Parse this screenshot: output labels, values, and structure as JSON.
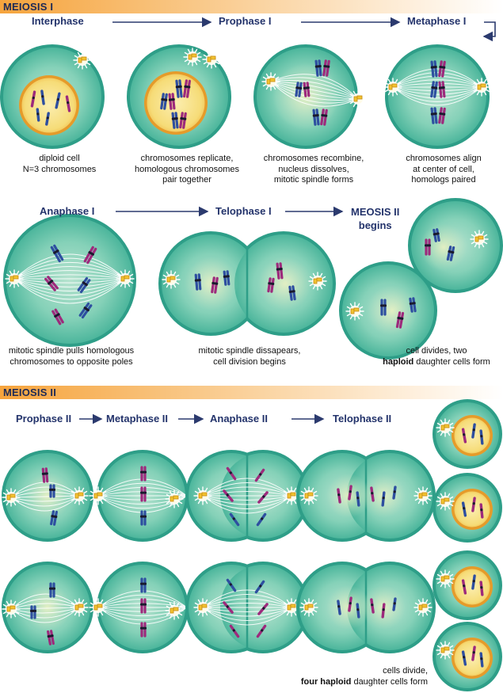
{
  "sections": {
    "meiosis_1": "MEIOSIS I",
    "meiosis_2": "MEIOSIS II"
  },
  "stages_1": {
    "interphase": "Interphase",
    "prophase_1": "Prophase I",
    "metaphase_1": "Metaphase I",
    "anaphase_1": "Anaphase I",
    "telophase_1": "Telophase I",
    "meiosis_2_begins_line1": "MEOSIS II",
    "meiosis_2_begins_line2": "begins"
  },
  "stages_2": {
    "prophase_2": "Prophase II",
    "metaphase_2": "Metaphase II",
    "anaphase_2": "Anaphase II",
    "telophase_2": "Telophase II"
  },
  "captions": {
    "interphase_1": "diploid cell",
    "interphase_2": "N=3 chromosomes",
    "prophase_1": "chromosomes replicate,",
    "prophase_2": "homologous chromosomes",
    "prophase_3": "pair together",
    "prometaphase_1": "chromosomes recombine,",
    "prometaphase_2": "nucleus dissolves,",
    "prometaphase_3": "mitotic spindle forms",
    "metaphase_1": "chromosomes align",
    "metaphase_2": "at center of cell,",
    "metaphase_3": "homologs paired",
    "anaphase_1": "mitotic spindle pulls homologous",
    "anaphase_2": "chromosomes to opposite poles",
    "telophase_1": "mitotic spindle dissapears,",
    "telophase_2": "cell division begins",
    "divide_1": "cell divides, two",
    "divide_2_bold": "haploid",
    "divide_2_rest": " daughter cells form",
    "final_1": "cells divide,",
    "final_2_bold": "four haploid",
    "final_2_rest": " daughter cells form"
  },
  "colors": {
    "cell_fill": "#5cc2a9",
    "cell_light": "#a8dcc6",
    "cell_rim": "#2e9e88",
    "nucleus_fill": "#f6e08a",
    "nucleus_rim": "#e59b2a",
    "chromosome_blue": "#2e4fa0",
    "chromosome_magenta": "#9d2a7c",
    "arrow": "#2b3a6e",
    "centrosome": "#f2c230"
  }
}
